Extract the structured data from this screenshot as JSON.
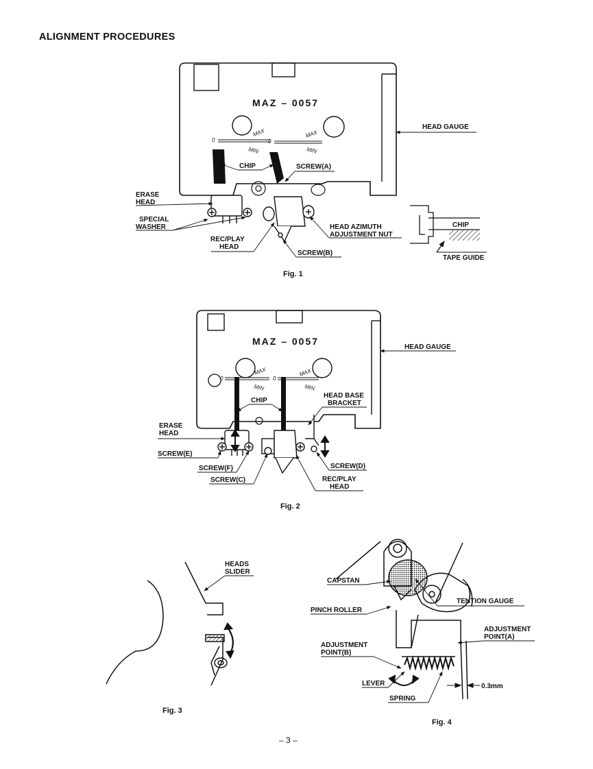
{
  "page": {
    "title": "ALIGNMENT PROCEDURES",
    "page_number": "– 3 –"
  },
  "fig1": {
    "caption": "Fig. 1",
    "gauge_model": "MAZ – 0057",
    "scale_max": "MAX",
    "scale_min": "MIN",
    "scale_zero": "0",
    "labels": {
      "head_gauge": "HEAD GAUGE",
      "chip": "CHIP",
      "screw_a": "SCREW(A)",
      "erase_head_1": "ERASE",
      "erase_head_2": "HEAD",
      "special_washer_1": "SPECIAL",
      "special_washer_2": "WASHER",
      "rec_play_head_1": "REC/PLAY",
      "rec_play_head_2": "HEAD",
      "azimuth_nut_1": "HEAD AZIMUTH",
      "azimuth_nut_2": "ADJUSTMENT NUT",
      "screw_b": "SCREW(B)",
      "inset_chip": "CHIP",
      "tape_guide": "TAPE GUIDE"
    }
  },
  "fig2": {
    "caption": "Fig. 2",
    "gauge_model": "MAZ – 0057",
    "scale_max": "MAX",
    "scale_min": "MIN",
    "scale_zero": "0",
    "labels": {
      "head_gauge": "HEAD GAUGE",
      "chip": "CHIP",
      "head_base_bracket_1": "HEAD BASE",
      "head_base_bracket_2": "BRACKET",
      "erase_head_1": "ERASE",
      "erase_head_2": "HEAD",
      "screw_e": "SCREW(E)",
      "screw_f": "SCREW(F)",
      "screw_c": "SCREW(C)",
      "screw_d": "SCREW(D)",
      "rec_play_head_1": "REC/PLAY",
      "rec_play_head_2": "HEAD"
    }
  },
  "fig3": {
    "caption": "Fig. 3",
    "labels": {
      "heads_slider_1": "HEADS",
      "heads_slider_2": "SLIDER"
    }
  },
  "fig4": {
    "caption": "Fig. 4",
    "labels": {
      "capstan": "CAPSTAN",
      "tention_gauge": "TENTION GAUGE",
      "pinch_roller": "PINCH ROLLER",
      "adjustment_point_a_1": "ADJUSTMENT",
      "adjustment_point_a_2": "POINT(A)",
      "adjustment_point_b_1": "ADJUSTMENT",
      "adjustment_point_b_2": "POINT(B)",
      "lever": "LEVER",
      "spring": "SPRING",
      "gap": "0.3mm"
    }
  }
}
